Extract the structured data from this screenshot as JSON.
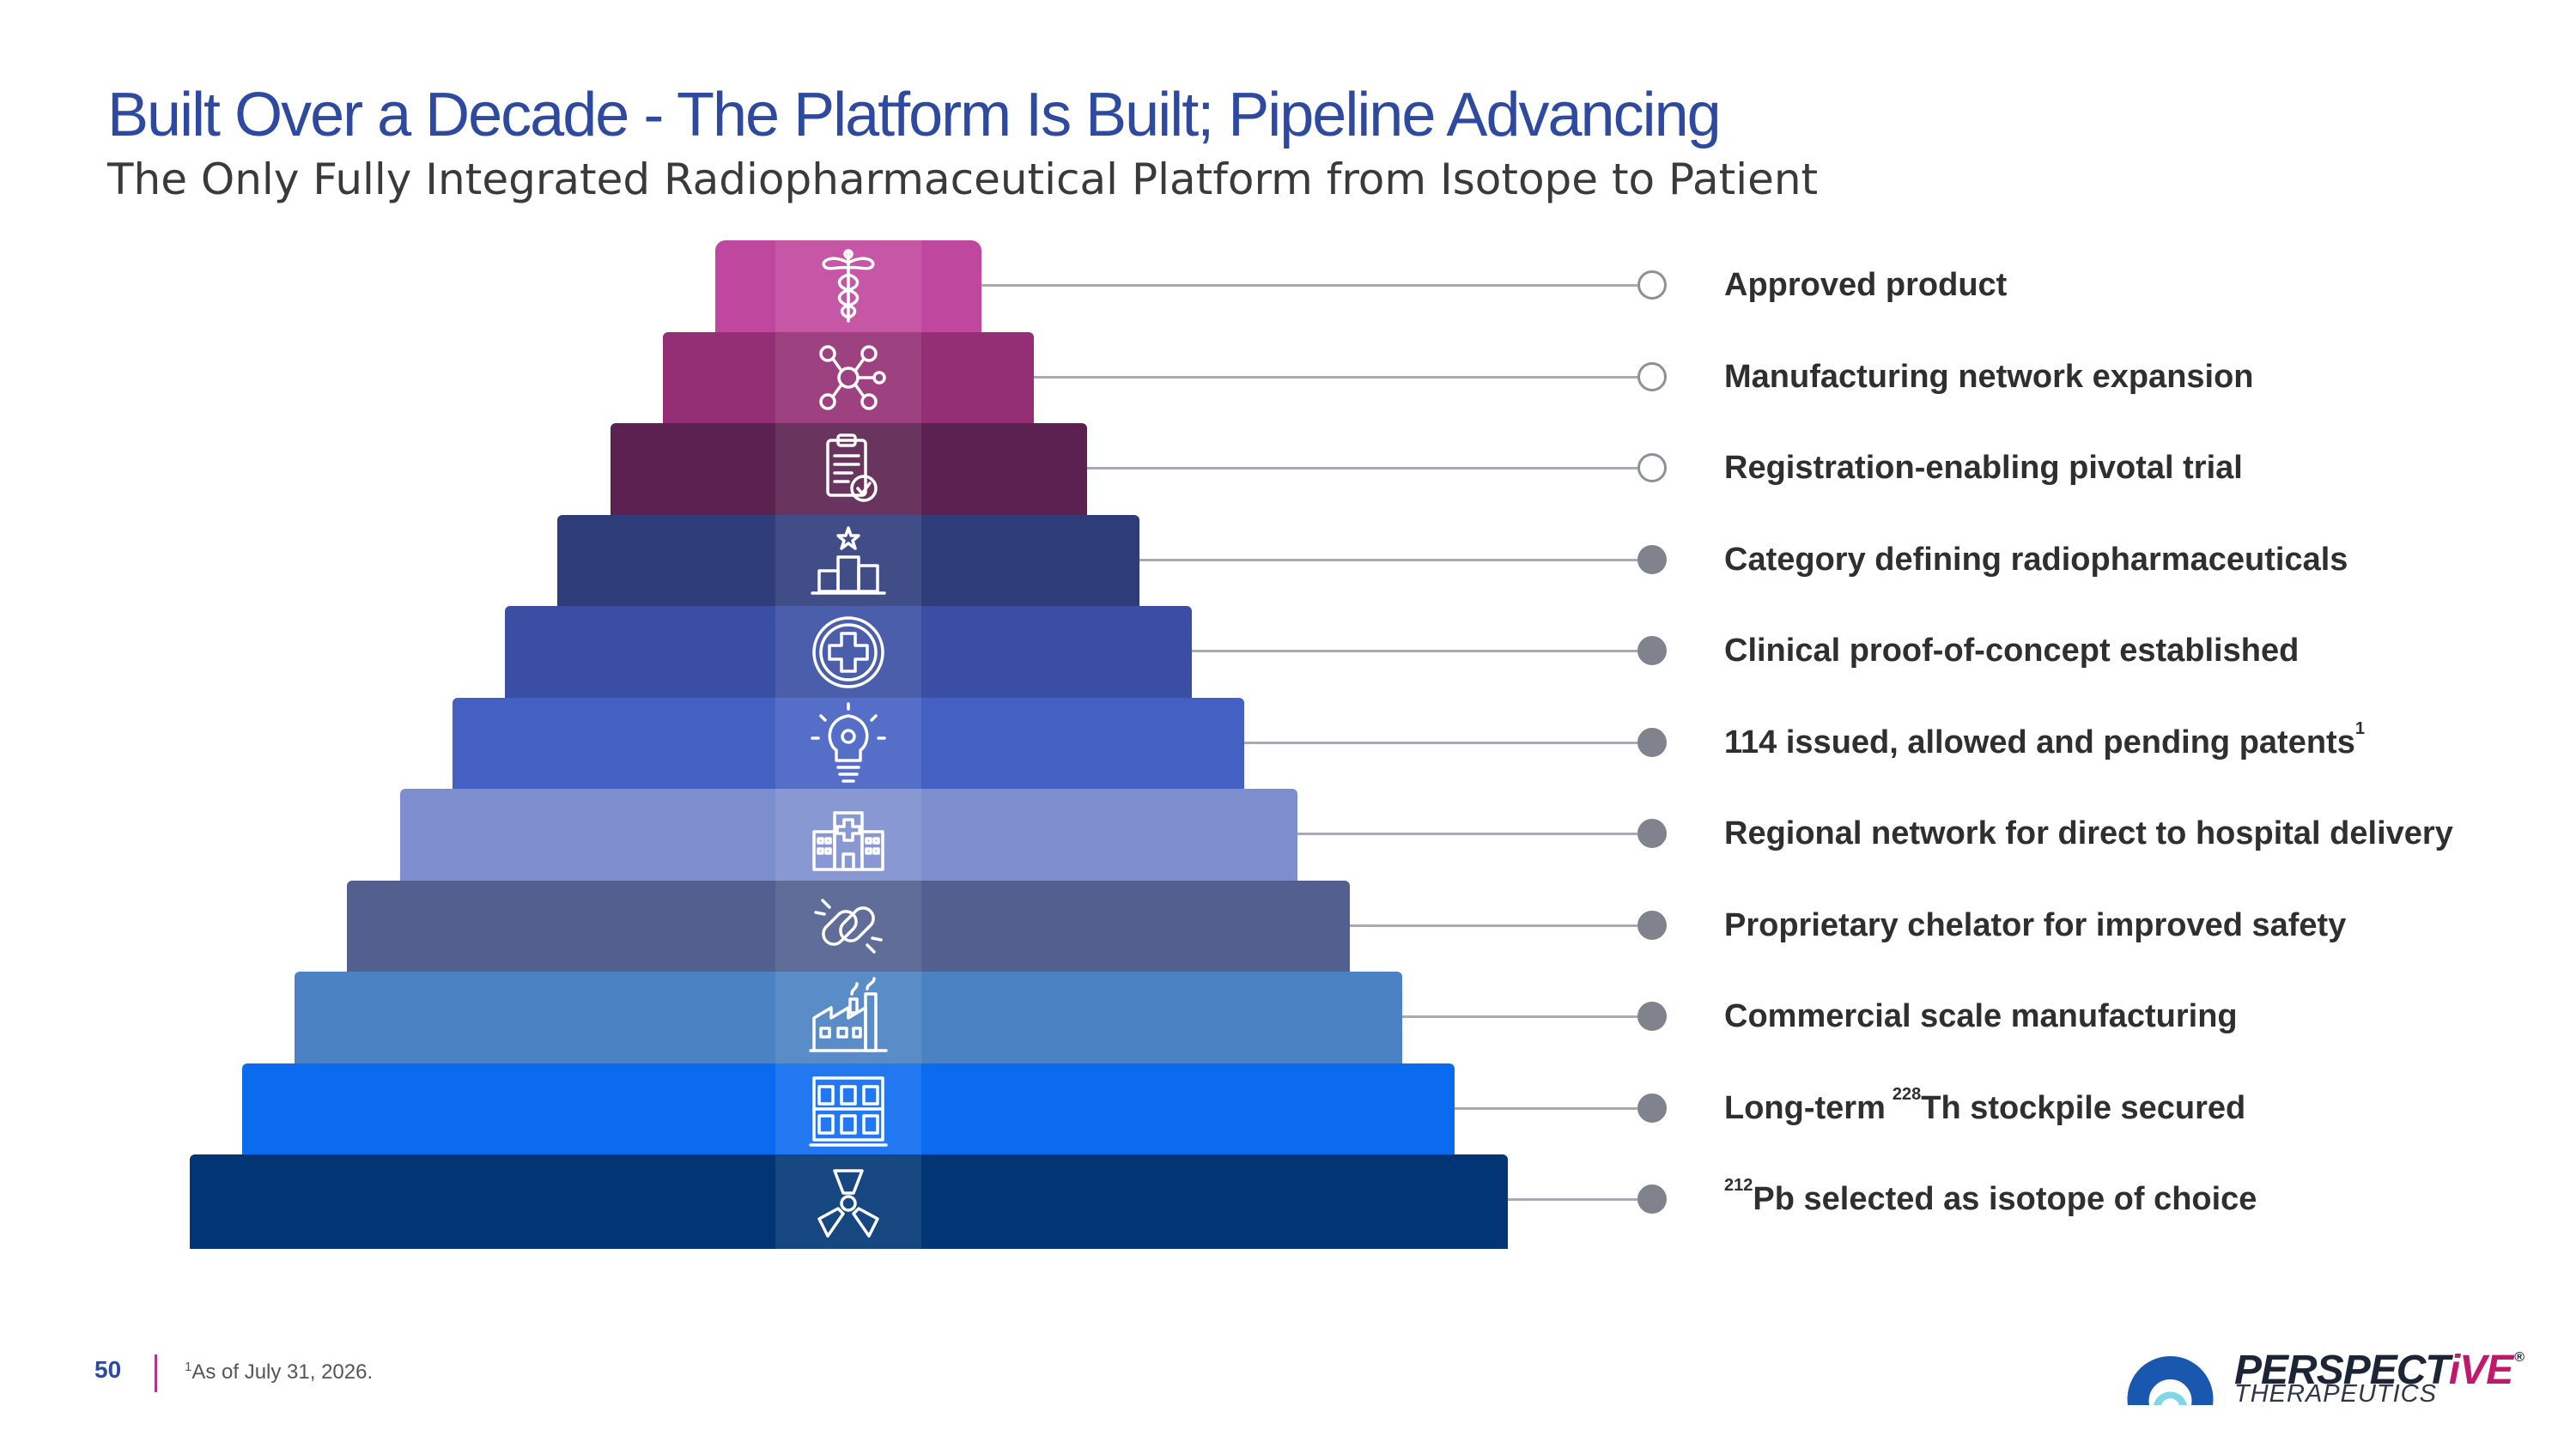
{
  "title": "Built Over a Decade - The Platform Is Built; Pipeline Advancing",
  "subtitle": "The Only Fully Integrated Radiopharmaceutical Platform from Isotope to Patient",
  "steps": [
    {
      "label": "Approved product",
      "status": "open",
      "color": "#c0479e",
      "icon": "caduceus-icon"
    },
    {
      "label": "Manufacturing network expansion",
      "status": "open",
      "color": "#942f75",
      "icon": "network-icon"
    },
    {
      "label": "Registration-enabling pivotal trial",
      "status": "open",
      "color": "#5b2150",
      "icon": "clipboard-check-icon"
    },
    {
      "label": "Category defining radiopharmaceuticals",
      "status": "filled",
      "color": "#2f3c7a",
      "icon": "podium-icon"
    },
    {
      "label": "Clinical proof-of-concept established",
      "status": "filled",
      "color": "#3a4fa4",
      "icon": "medical-cross-icon"
    },
    {
      "label": "114 issued, allowed and pending patents",
      "label_sup": "1",
      "status": "filled",
      "color": "#4560c3",
      "icon": "lightbulb-icon"
    },
    {
      "label": "Regional network for direct to hospital delivery",
      "status": "filled",
      "color": "#7d8ece",
      "icon": "hospital-icon"
    },
    {
      "label": "Proprietary chelator for improved safety",
      "status": "filled",
      "color": "#525f8f",
      "icon": "chain-link-icon"
    },
    {
      "label": "Commercial scale manufacturing",
      "status": "filled",
      "color": "#4a82c3",
      "icon": "factory-icon"
    },
    {
      "label_pre": "Long-term",
      "label_sup": "228",
      "label": "Th stockpile secured",
      "status": "filled",
      "color": "#0b6bef",
      "icon": "storage-rack-icon"
    },
    {
      "label_sup": "212",
      "label": "Pb selected as isotope of choice",
      "status": "filled",
      "color": "#013574",
      "icon": "radiation-icon"
    }
  ],
  "footer": {
    "page_number": "50",
    "footnote_sup": "1",
    "footnote": "As of July 31, 2026."
  },
  "logo": {
    "name_start": "PERSPECT",
    "name_accent": "iVE",
    "registered": "®",
    "subtitle": "THERAPEUTICS",
    "mark_color": "#1a58b0",
    "mark_inner_color": "#7fd6e6"
  }
}
